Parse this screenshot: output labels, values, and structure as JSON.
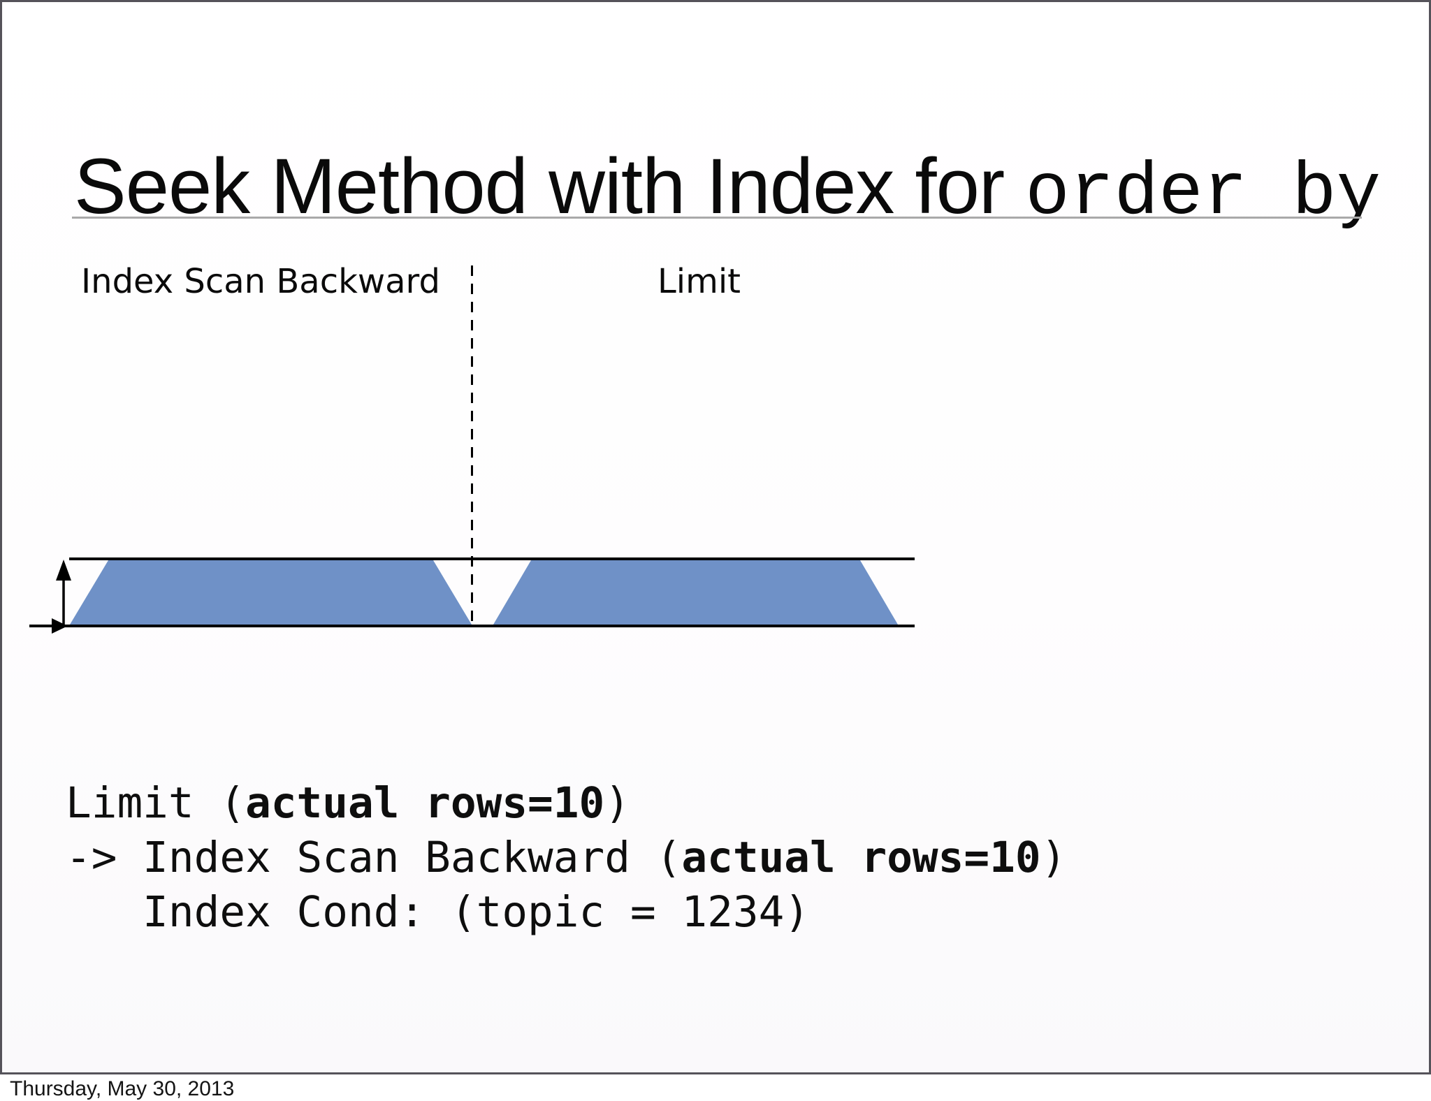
{
  "slide": {
    "title": {
      "text_regular": "Seek Method with Index for ",
      "text_code": "order by"
    },
    "rule_color": "#a9a9a9",
    "diagram": {
      "left_label": "Index Scan Backward",
      "right_label": "Limit",
      "colors": {
        "fill": "#6F91C7",
        "line": "#000000"
      }
    },
    "code_block": {
      "lines": [
        {
          "pre": "Limit (",
          "bold": "actual rows=10",
          "post": ")"
        },
        {
          "pre": "-> Index Scan Backward (",
          "bold": "actual rows=10",
          "post": ")"
        },
        {
          "pre": "   Index Cond: (topic = 1234)",
          "bold": "",
          "post": ""
        }
      ]
    },
    "footer": {
      "date": "Thursday, May 30, 2013"
    }
  }
}
